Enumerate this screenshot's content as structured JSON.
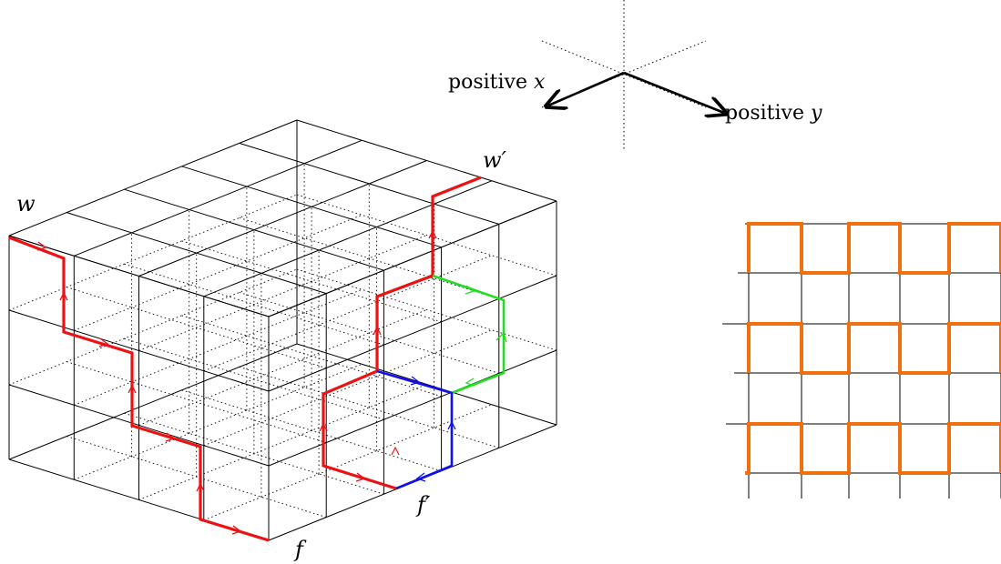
{
  "labels": {
    "pos_x": "positive",
    "pos_x_var": "x",
    "pos_y": "positive",
    "pos_y_var": "y",
    "w": "w",
    "w_prime": "w′",
    "f": "f",
    "f_prime": "f′"
  },
  "colors": {
    "grid": "#000000",
    "red_path": "#ee1111",
    "green_path": "#22dd22",
    "blue_path": "#1010ee",
    "orange_path": "#f07010"
  }
}
